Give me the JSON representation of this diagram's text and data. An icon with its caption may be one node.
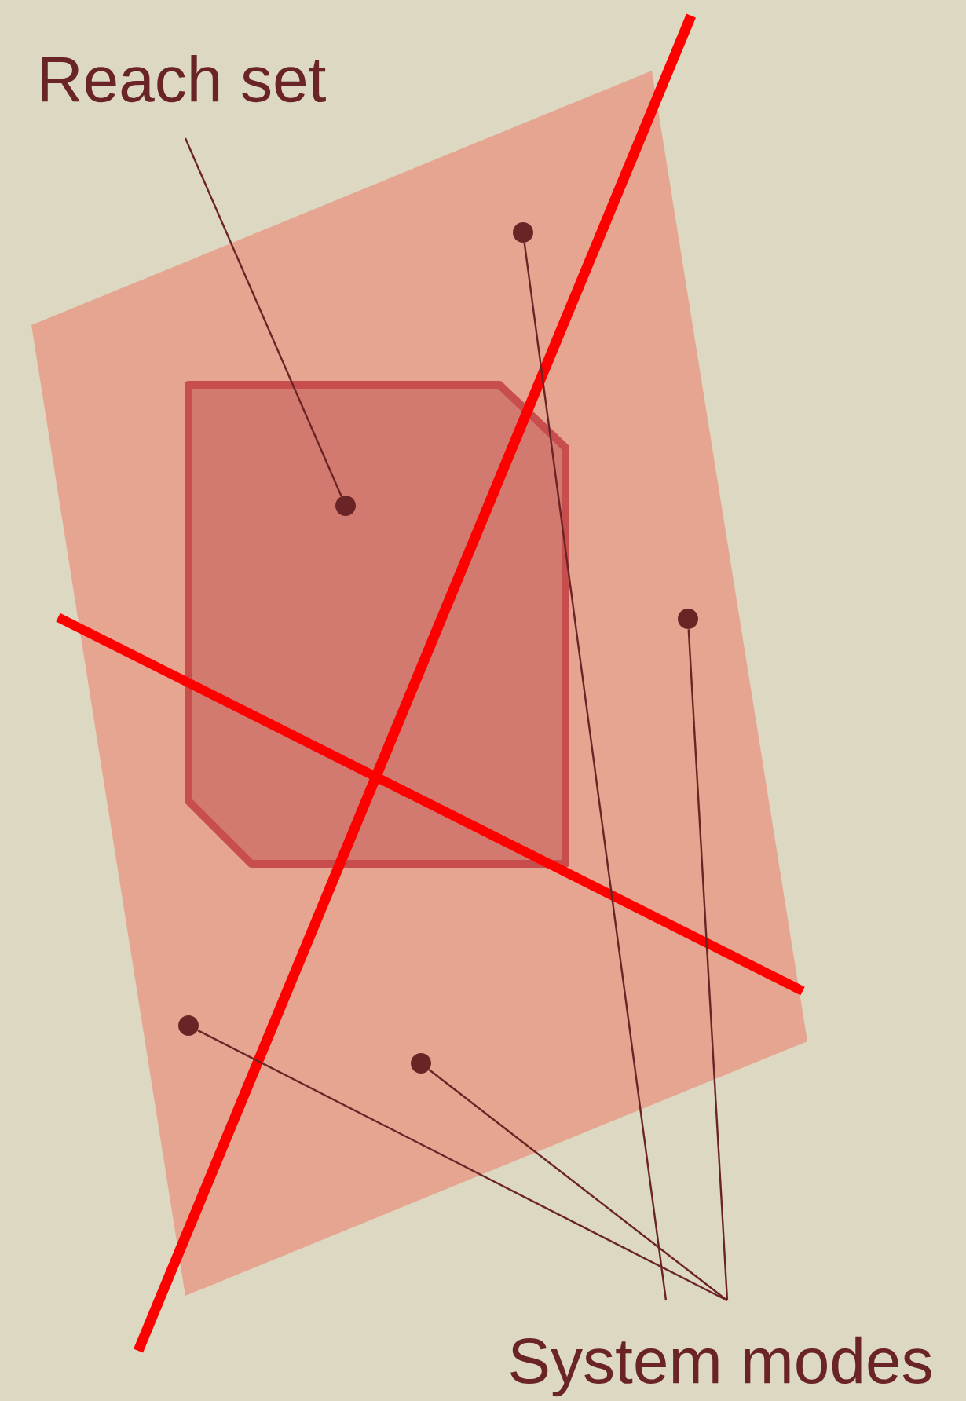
{
  "diagram": {
    "nodes": [
      {
        "text": [
          "Reach set"
        ]
      },
      {
        "text": [],
        "shape": "circle"
      },
      {
        "text": [],
        "shape": "circle"
      },
      {
        "text": [],
        "shape": "circle"
      },
      {
        "text": [],
        "shape": "circle"
      },
      {
        "text": [],
        "shape": "circle"
      },
      {
        "text": [
          "System modes"
        ]
      }
    ],
    "edges": [
      {
        "from": 0,
        "to": 2,
        "arrow": "none"
      },
      {
        "from": 6,
        "to": 1,
        "arrow": "none"
      },
      {
        "from": 6,
        "to": 3,
        "arrow": "none"
      },
      {
        "from": 6,
        "to": 4,
        "arrow": "none"
      },
      {
        "from": 6,
        "to": 5,
        "arrow": "none"
      }
    ]
  }
}
